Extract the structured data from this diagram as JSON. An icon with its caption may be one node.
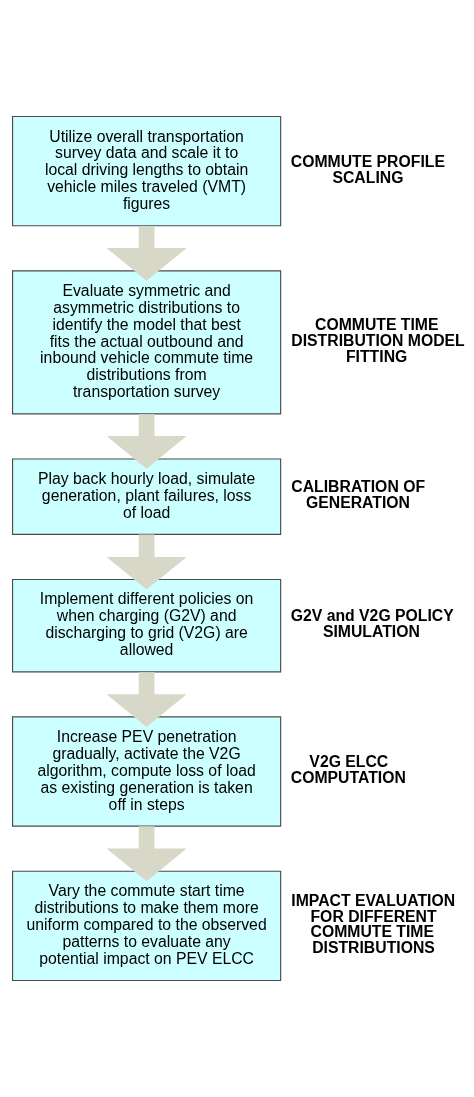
{
  "diagram": {
    "nodes": [
      {
        "text": [
          "Utilize overall transportation survey data and scale it to local driving lengths to obtain vehicle miles traveled (VMT) figures"
        ],
        "beside": [
          "COMMUTE PROFILE SCALING"
        ]
      },
      {
        "text": [
          "Evaluate symmetric and asymmetric distributions to identify the model that best fits the actual outbound and inbound vehicle commute time distributions from transportation survey"
        ],
        "beside": [
          "COMMUTE TIME DISTRIBUTION MODEL FITTING"
        ]
      },
      {
        "text": [
          "Play back hourly load, simulate generation, plant failures, loss of load"
        ],
        "beside": [
          "CALIBRATION OF GENERATION"
        ]
      },
      {
        "text": [
          "Implement different policies on when charging (G2V) and discharging to grid (V2G) are allowed"
        ],
        "beside": [
          "G2V and V2G POLICY SIMULATION"
        ]
      },
      {
        "text": [
          "Increase PEV penetration gradually, activate the V2G algorithm, compute loss of load as existing generation is taken off in steps"
        ],
        "beside": [
          "V2G ELCC COMPUTATION"
        ]
      },
      {
        "text": [
          "Vary the commute start time distributions to make them more uniform compared to the observed patterns to evaluate any potential impact on PEV ELCC"
        ],
        "beside": [
          "IMPACT EVALUATION FOR DIFFERENT COMMUTE TIME DISTRIBUTIONS"
        ]
      }
    ],
    "edges": [
      {
        "from": 0,
        "to": 1,
        "arrow": "to"
      },
      {
        "from": 1,
        "to": 2,
        "arrow": "to"
      },
      {
        "from": 2,
        "to": 3,
        "arrow": "to"
      },
      {
        "from": 3,
        "to": 4,
        "arrow": "to"
      },
      {
        "from": 4,
        "to": 5,
        "arrow": "to"
      }
    ]
  }
}
